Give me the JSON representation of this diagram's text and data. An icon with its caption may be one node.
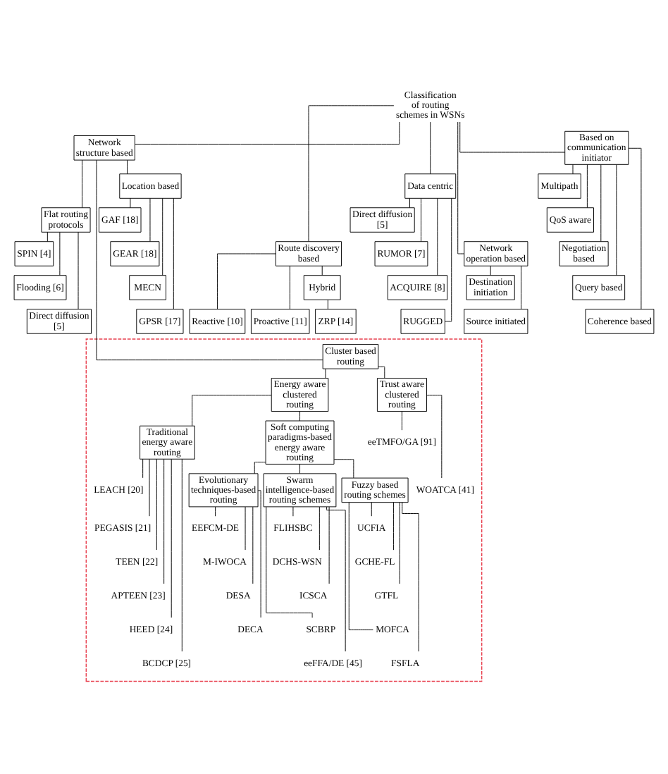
{
  "diagram": {
    "nodes": [
      {
        "text": [
          "Classification of routing schemes in WSNs"
        ]
      },
      {
        "text": [
          "Network structure based"
        ]
      },
      {
        "text": [
          "Route discovery based"
        ]
      },
      {
        "text": [
          "Data centric"
        ]
      },
      {
        "text": [
          "Network operation based"
        ]
      },
      {
        "text": [
          "Based on communication initiator"
        ]
      },
      {
        "text": [
          "Flat routing protocols"
        ]
      },
      {
        "text": [
          "SPIN [4]"
        ]
      },
      {
        "text": [
          "Flooding [6]"
        ]
      },
      {
        "text": [
          "Direct diffusion [5]"
        ]
      },
      {
        "text": [
          "Location based"
        ]
      },
      {
        "text": [
          "GAF [18]"
        ]
      },
      {
        "text": [
          "GEAR [18]"
        ]
      },
      {
        "text": [
          "MECN"
        ]
      },
      {
        "text": [
          "GPSR [17]"
        ]
      },
      {
        "text": [
          "Reactive [10]"
        ]
      },
      {
        "text": [
          "Proactive [11]"
        ]
      },
      {
        "text": [
          "Hybrid"
        ]
      },
      {
        "text": [
          "ZRP [14]"
        ]
      },
      {
        "text": [
          "Direct diffusion [5]"
        ]
      },
      {
        "text": [
          "RUMOR [7]"
        ]
      },
      {
        "text": [
          "ACQUIRE [8]"
        ]
      },
      {
        "text": [
          "RUGGED"
        ]
      },
      {
        "text": [
          "Destination initiation"
        ]
      },
      {
        "text": [
          "Source initiated"
        ]
      },
      {
        "text": [
          "Multipath"
        ]
      },
      {
        "text": [
          "QoS aware"
        ]
      },
      {
        "text": [
          "Negotiation based"
        ]
      },
      {
        "text": [
          "Query based"
        ]
      },
      {
        "text": [
          "Coherence based"
        ]
      },
      {
        "text": [],
        "shape": "box"
      },
      {
        "text": [
          "Cluster based routing"
        ],
        "in": 30
      },
      {
        "text": [
          "Energy aware clustered routing"
        ],
        "in": 30
      },
      {
        "text": [
          "Traditional energy aware routing"
        ],
        "in": 30
      },
      {
        "text": [
          "Trust aware clustered routing"
        ],
        "in": 30
      },
      {
        "text": [
          "eeTMFO/GA [91]"
        ],
        "in": 30
      },
      {
        "text": [
          "WOATCA [41]"
        ],
        "in": 30
      },
      {
        "text": [
          "Soft computing paradigms-based energy aware routing"
        ],
        "in": 30
      },
      {
        "text": [
          "Evolutionary techniques-based routing"
        ],
        "in": 30
      },
      {
        "text": [
          "Swarm intelligence-based routing schemes"
        ],
        "in": 30
      },
      {
        "text": [
          "Fuzzy based routing schemes"
        ],
        "in": 30
      },
      {
        "text": [
          "LEACH [20]"
        ],
        "in": 30
      },
      {
        "text": [
          "PEGASIS [21]"
        ],
        "in": 30
      },
      {
        "text": [
          "TEEN [22]"
        ],
        "in": 30
      },
      {
        "text": [
          "APTEEN [23]"
        ],
        "in": 30
      },
      {
        "text": [
          "HEED [24]"
        ],
        "in": 30
      },
      {
        "text": [
          "BCDCP [25]"
        ],
        "in": 30
      },
      {
        "text": [
          "EEFCM-DE"
        ],
        "in": 30
      },
      {
        "text": [
          "M-IWOCA"
        ],
        "in": 30
      },
      {
        "text": [
          "DESA"
        ],
        "in": 30
      },
      {
        "text": [
          "DECA"
        ],
        "in": 30
      },
      {
        "text": [
          "FLIHSBC"
        ],
        "in": 30
      },
      {
        "text": [
          "DCHS-WSN"
        ],
        "in": 30
      },
      {
        "text": [
          "ICSCA"
        ],
        "in": 30
      },
      {
        "text": [
          "SCBRP"
        ],
        "in": 30
      },
      {
        "text": [
          "eeFFA/DE [45]"
        ],
        "in": 30
      },
      {
        "text": [
          "UCFIA"
        ],
        "in": 30
      },
      {
        "text": [
          "GCHE-FL"
        ],
        "in": 30
      },
      {
        "text": [
          "GTFL"
        ],
        "in": 30
      },
      {
        "text": [
          "MOFCA"
        ],
        "in": 30
      },
      {
        "text": [
          "FSFLA"
        ],
        "in": 30
      }
    ],
    "edges": [
      {
        "from": 0,
        "to": 1,
        "arrow": "none"
      },
      {
        "from": 0,
        "to": 2,
        "arrow": "none"
      },
      {
        "from": 0,
        "to": 3,
        "arrow": "none"
      },
      {
        "from": 0,
        "to": 4,
        "arrow": "none"
      },
      {
        "from": 0,
        "to": 5,
        "arrow": "none"
      },
      {
        "from": 1,
        "to": 6,
        "arrow": "none"
      },
      {
        "from": 1,
        "to": 10,
        "arrow": "none"
      },
      {
        "from": 6,
        "to": 7,
        "arrow": "none"
      },
      {
        "from": 6,
        "to": 8,
        "arrow": "none"
      },
      {
        "from": 6,
        "to": 9,
        "arrow": "none"
      },
      {
        "from": 10,
        "to": 11,
        "arrow": "none"
      },
      {
        "from": 10,
        "to": 12,
        "arrow": "none"
      },
      {
        "from": 10,
        "to": 13,
        "arrow": "none"
      },
      {
        "from": 10,
        "to": 14,
        "arrow": "none"
      },
      {
        "from": 2,
        "to": 15,
        "arrow": "none"
      },
      {
        "from": 2,
        "to": 16,
        "arrow": "none"
      },
      {
        "from": 2,
        "to": 17,
        "arrow": "none"
      },
      {
        "from": 17,
        "to": 18,
        "arrow": "none"
      },
      {
        "from": 3,
        "to": 19,
        "arrow": "none"
      },
      {
        "from": 3,
        "to": 20,
        "arrow": "none"
      },
      {
        "from": 3,
        "to": 21,
        "arrow": "none"
      },
      {
        "from": 3,
        "to": 22,
        "arrow": "none"
      },
      {
        "from": 4,
        "to": 23,
        "arrow": "none"
      },
      {
        "from": 4,
        "to": 24,
        "arrow": "none"
      },
      {
        "from": 5,
        "to": 25,
        "arrow": "none"
      },
      {
        "from": 5,
        "to": 26,
        "arrow": "none"
      },
      {
        "from": 5,
        "to": 27,
        "arrow": "none"
      },
      {
        "from": 5,
        "to": 28,
        "arrow": "none"
      },
      {
        "from": 5,
        "to": 29,
        "arrow": "none"
      },
      {
        "from": 1,
        "to": 31,
        "arrow": "none"
      },
      {
        "from": 31,
        "to": 32,
        "arrow": "none"
      },
      {
        "from": 32,
        "to": 33,
        "arrow": "none"
      },
      {
        "from": 31,
        "to": 34,
        "arrow": "none"
      },
      {
        "from": 34,
        "to": 35,
        "arrow": "none"
      },
      {
        "from": 34,
        "to": 36,
        "arrow": "none"
      },
      {
        "from": 32,
        "to": 37,
        "arrow": "none"
      },
      {
        "from": 37,
        "to": 38,
        "arrow": "none"
      },
      {
        "from": 37,
        "to": 39,
        "arrow": "none"
      },
      {
        "from": 37,
        "to": 40,
        "arrow": "none"
      },
      {
        "from": 33,
        "to": 41,
        "arrow": "none"
      },
      {
        "from": 33,
        "to": 42,
        "arrow": "none"
      },
      {
        "from": 33,
        "to": 43,
        "arrow": "none"
      },
      {
        "from": 33,
        "to": 44,
        "arrow": "none"
      },
      {
        "from": 33,
        "to": 45,
        "arrow": "none"
      },
      {
        "from": 33,
        "to": 46,
        "arrow": "none"
      },
      {
        "from": 38,
        "to": 47,
        "arrow": "none"
      },
      {
        "from": 38,
        "to": 48,
        "arrow": "none"
      },
      {
        "from": 38,
        "to": 49,
        "arrow": "none"
      },
      {
        "from": 38,
        "to": 50,
        "arrow": "none"
      },
      {
        "from": 39,
        "to": 51,
        "arrow": "none"
      },
      {
        "from": 39,
        "to": 52,
        "arrow": "none"
      },
      {
        "from": 39,
        "to": 53,
        "arrow": "none"
      },
      {
        "from": 39,
        "to": 54,
        "arrow": "none"
      },
      {
        "from": 39,
        "to": 55,
        "arrow": "none"
      },
      {
        "from": 40,
        "to": 56,
        "arrow": "none"
      },
      {
        "from": 40,
        "to": 57,
        "arrow": "none"
      },
      {
        "from": 40,
        "to": 58,
        "arrow": "none"
      },
      {
        "from": 40,
        "to": 59,
        "arrow": "none"
      },
      {
        "from": 40,
        "to": 60,
        "arrow": "none"
      }
    ]
  }
}
